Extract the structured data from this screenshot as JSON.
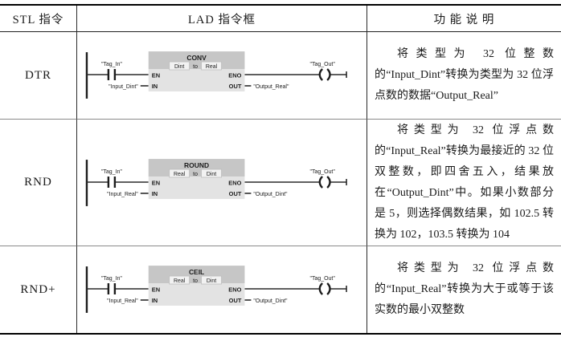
{
  "table": {
    "header": {
      "stl": "STL 指令",
      "lad": "LAD 指令框",
      "desc": "功 能 说 明"
    },
    "colors": {
      "block_header": "#c6c6c6",
      "block_body": "#e3e3e3"
    },
    "rows": [
      {
        "stl": "DTR",
        "lad": {
          "contact_tag": "\"Tag_In\"",
          "in_tag": "\"Input_Dint\"",
          "block_title": "CONV",
          "type_from": "Dint",
          "type_conj": "to",
          "type_to": "Real",
          "pin_en": "EN",
          "pin_eno": "ENO",
          "pin_in": "IN",
          "pin_out": "OUT",
          "out_tag": "\"Output_Real\"",
          "coil_tag": "\"Tag_Out\""
        },
        "desc": "将类型为 32 位整数的“Input_Dint”转换为类型为 32 位浮点数的数据“Output_Real”"
      },
      {
        "stl": "RND",
        "lad": {
          "contact_tag": "\"Tag_In\"",
          "in_tag": "\"Input_Real\"",
          "block_title": "ROUND",
          "type_from": "Real",
          "type_conj": "to",
          "type_to": "Dint",
          "pin_en": "EN",
          "pin_eno": "ENO",
          "pin_in": "IN",
          "pin_out": "OUT",
          "out_tag": "\"Output_Dint\"",
          "coil_tag": "\"Tag_Out\""
        },
        "desc": "将类型为 32 位浮点数的“Input_Real”转换为最接近的 32 位双整数，即四舍五入，结果放在“Output_Dint”中。如果小数部分是 5，则选择偶数结果，如 102.5 转换为 102，103.5 转换为 104"
      },
      {
        "stl": "RND+",
        "lad": {
          "contact_tag": "\"Tag_In\"",
          "in_tag": "\"Input_Real\"",
          "block_title": "CEIL",
          "type_from": "Real",
          "type_conj": "to",
          "type_to": "Dint",
          "pin_en": "EN",
          "pin_eno": "ENO",
          "pin_in": "IN",
          "pin_out": "OUT",
          "out_tag": "\"Output_Dint\"",
          "coil_tag": "\"Tag_Out\""
        },
        "desc": "将类型为 32 位浮点数的“Input_Real”转换为大于或等于该实数的最小双整数"
      }
    ]
  }
}
